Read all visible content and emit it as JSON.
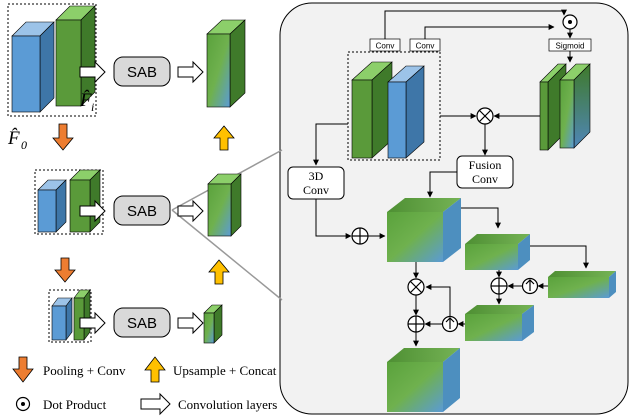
{
  "diagram": {
    "sab_label": "SAB",
    "f_i_label": "F̂",
    "f_i_sub": "i",
    "f_0_label": "F̂",
    "f_0_sub": "0",
    "conv_label_1": "Conv",
    "conv_label_2": "Conv",
    "sigmoid_label": "Sigmoid",
    "conv3d_line1": "3D",
    "conv3d_line2": "Conv",
    "fusion_line1": "Fusion",
    "fusion_line2": "Conv"
  },
  "legend": {
    "pooling": "Pooling + Conv",
    "upsample": "Upsample + Concat",
    "dot": "Dot Product",
    "conv_layers": "Convolution layers"
  },
  "colors": {
    "blue": "#5b9bd5",
    "green": "#5a9a3a",
    "orange": "#ed7d31",
    "yellow": "#ffc000",
    "panel_bg": "#f2f2f2",
    "sab_bg": "#d9d9d9"
  }
}
